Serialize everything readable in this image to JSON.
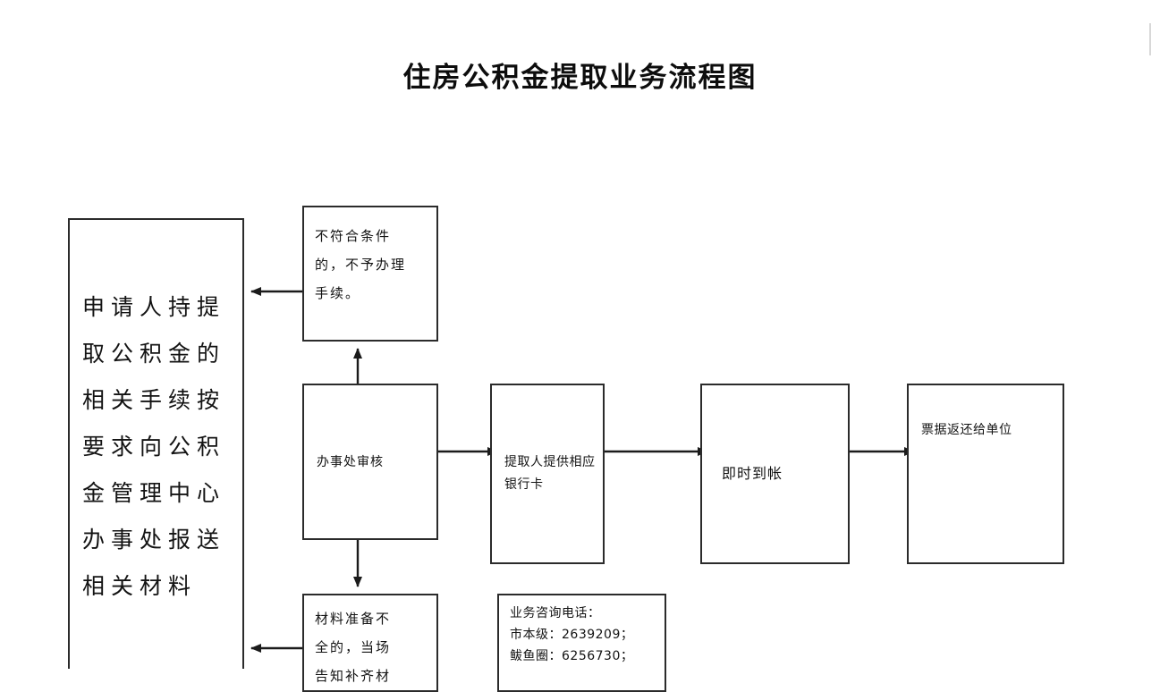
{
  "document": {
    "title": "住房公积金提取业务流程图",
    "type": "flowchart",
    "page_background": "#ffffff",
    "line_color": "#2b2b2b",
    "text_color": "#131313"
  },
  "nodes": [
    {
      "id": "apply",
      "name": "applicant-submit-materials",
      "text": "申请人持提\n取公积金的\n相关手续按\n要求向公积\n金管理中心\n办事处报送\n相关材料"
    },
    {
      "id": "reject",
      "name": "not-eligible-no-processing",
      "text": "不符合条件\n的，不予办理\n手续。"
    },
    {
      "id": "review",
      "name": "office-review",
      "text": "办事处审核"
    },
    {
      "id": "bankcard",
      "name": "withdrawer-provides-bank-card",
      "text": "提取人提供相应\n银行卡"
    },
    {
      "id": "arrival",
      "name": "instant-arrival",
      "text": "即时到帐"
    },
    {
      "id": "receipt",
      "name": "receipt-returned-to-unit",
      "text": "票据返还给单位"
    },
    {
      "id": "incomplete",
      "name": "materials-incomplete",
      "text": "材料准备不\n全的，当场\n告知补齐材"
    },
    {
      "id": "contact",
      "name": "service-phone-info",
      "text": "业务咨询电话：\n市本级：2639209；\n鲅鱼圈：6256730；"
    }
  ],
  "connectors": [
    {
      "name": "reject-to-apply",
      "direction": "left",
      "from": "reject",
      "to": "apply"
    },
    {
      "name": "review-to-reject",
      "direction": "up",
      "from": "review",
      "to": "reject"
    },
    {
      "name": "review-to-bankcard",
      "direction": "right",
      "from": "review",
      "to": "bankcard"
    },
    {
      "name": "review-to-incomplete",
      "direction": "down",
      "from": "review",
      "to": "incomplete"
    },
    {
      "name": "bankcard-to-arrival",
      "direction": "right",
      "from": "bankcard",
      "to": "arrival"
    },
    {
      "name": "arrival-to-receipt",
      "direction": "right",
      "from": "arrival",
      "to": "receipt"
    },
    {
      "name": "incomplete-to-apply",
      "direction": "left",
      "from": "incomplete",
      "to": "apply"
    }
  ]
}
